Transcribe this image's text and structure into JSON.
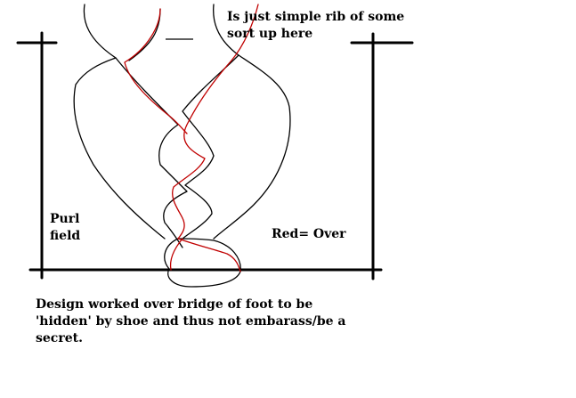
{
  "labels": {
    "top_note": "Is just simple rib of some sort up here",
    "purl_field_line1": "Purl",
    "purl_field_line2": "field",
    "legend": "Red= Over",
    "caption": "Design worked over bridge of foot to be 'hidden' by shoe and thus not embarass/be a secret."
  },
  "colors": {
    "ink": "#000000",
    "over_strand": "#c00000",
    "background": "#ffffff"
  }
}
